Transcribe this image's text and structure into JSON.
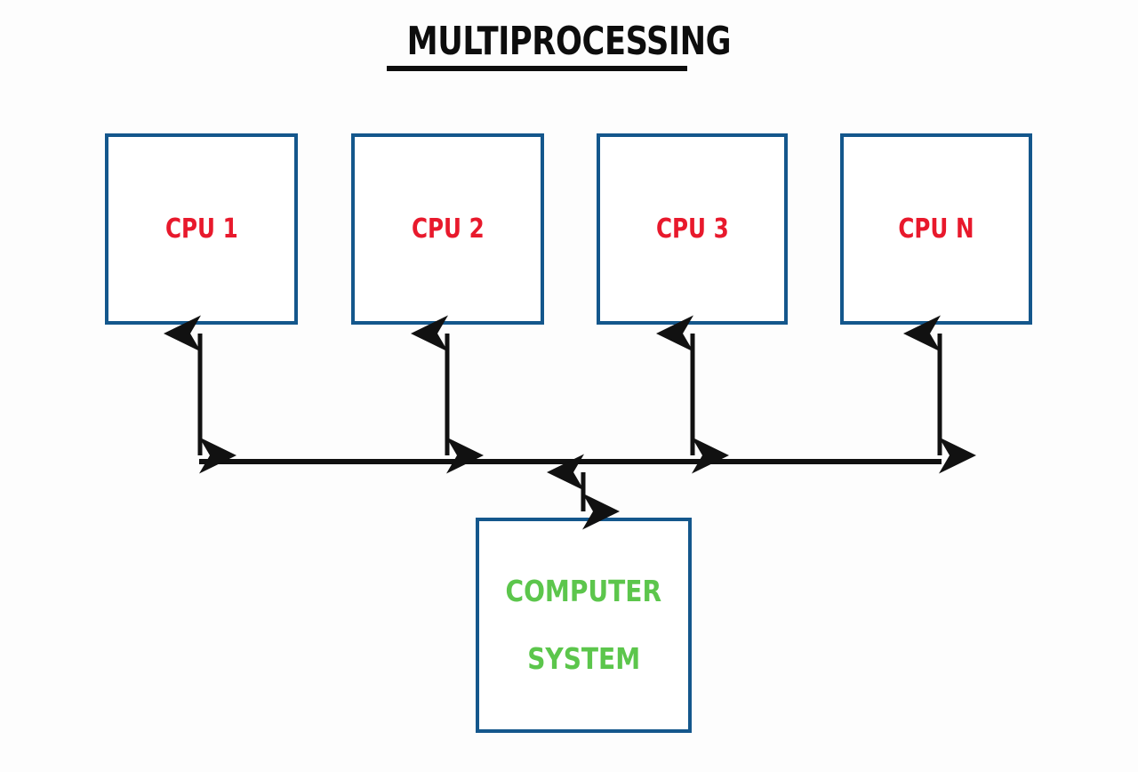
{
  "diagram": {
    "title": "MULTIPROCESSING",
    "background_color": "#fdfdfd",
    "box_border_color": "#14578c",
    "cpu_label_color": "#e8192c",
    "system_label_color": "#5cc64c",
    "connector_color": "#111111",
    "title_color": "#0d0d0d",
    "cpus": [
      {
        "label": "CPU 1"
      },
      {
        "label": "CPU 2"
      },
      {
        "label": "CPU 3"
      },
      {
        "label": "CPU N"
      }
    ],
    "system": {
      "label_line1": "COMPUTER",
      "label_line2": "SYSTEM"
    },
    "connections": {
      "bus_description": "horizontal-bus",
      "cpu_to_bus_arrow": "double-headed-vertical-arrow",
      "bus_to_system_arrow": "double-headed-vertical-arrow"
    }
  }
}
